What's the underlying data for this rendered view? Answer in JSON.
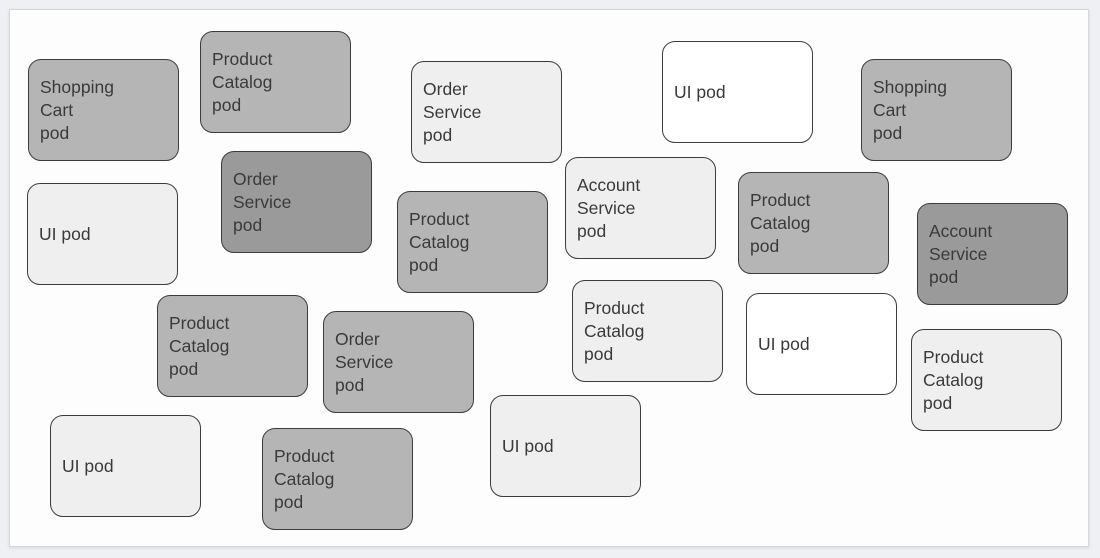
{
  "diagram": {
    "pods": [
      {
        "label": "Shopping\nCart\npod",
        "shade": "mid"
      },
      {
        "label": "Product\nCatalog\npod",
        "shade": "mid"
      },
      {
        "label": "Order\nService\npod",
        "shade": "light"
      },
      {
        "label": "UI pod",
        "shade": "white"
      },
      {
        "label": "Shopping\nCart\npod",
        "shade": "mid"
      },
      {
        "label": "UI pod",
        "shade": "light"
      },
      {
        "label": "Order\nService\npod",
        "shade": "dark"
      },
      {
        "label": "Product\nCatalog\npod",
        "shade": "mid"
      },
      {
        "label": "Account\nService\npod",
        "shade": "light"
      },
      {
        "label": "Product\nCatalog\npod",
        "shade": "mid"
      },
      {
        "label": "Account\nService\npod",
        "shade": "dark"
      },
      {
        "label": "Product\nCatalog\npod",
        "shade": "mid"
      },
      {
        "label": "Order\nService\npod",
        "shade": "mid"
      },
      {
        "label": "Product\nCatalog\npod",
        "shade": "light"
      },
      {
        "label": "UI pod",
        "shade": "white"
      },
      {
        "label": "Product\nCatalog\npod",
        "shade": "light"
      },
      {
        "label": "UI pod",
        "shade": "light"
      },
      {
        "label": "Product\nCatalog\npod",
        "shade": "mid"
      },
      {
        "label": "UI pod",
        "shade": "light"
      }
    ],
    "shade_colors": {
      "white": "#ffffff",
      "light": "#efefef",
      "mid": "#b5b5b5",
      "dark": "#9a9a9a"
    },
    "border_color": "#3c3c3c"
  }
}
